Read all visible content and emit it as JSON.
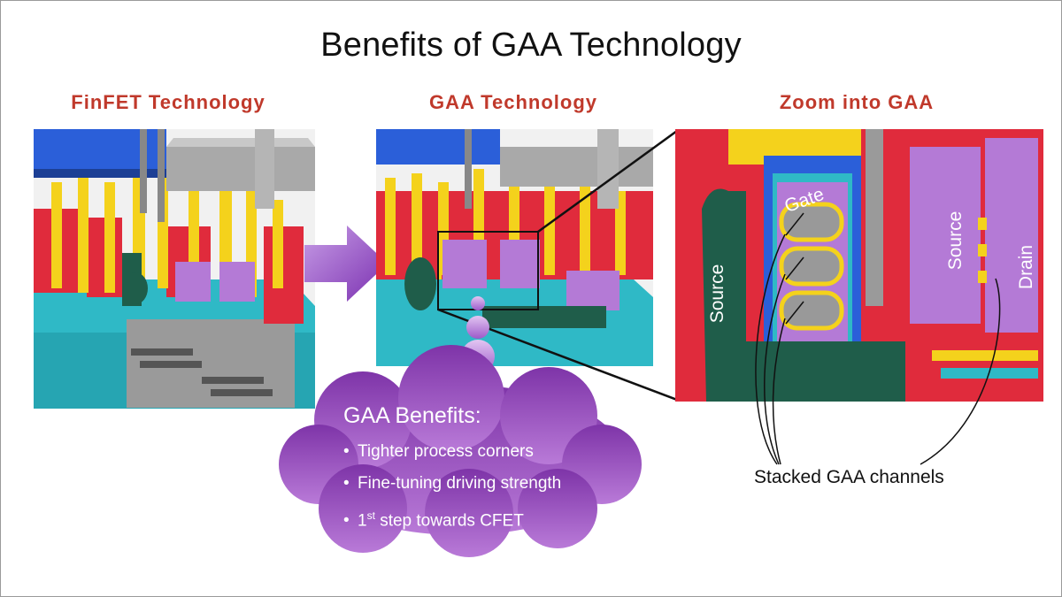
{
  "slide": {
    "title": "Benefits of GAA Technology"
  },
  "panels": {
    "finfet_title": "FinFET Technology",
    "gaa_title": "GAA Technology",
    "zoom_title": "Zoom into GAA"
  },
  "zoom_labels": {
    "gate": "Gate",
    "source_left": "Source",
    "source_right": "Source",
    "drain": "Drain"
  },
  "benefits": {
    "title": "GAA Benefits:",
    "items": [
      {
        "text": "Tighter process corners"
      },
      {
        "text": "Fine-tuning driving strength"
      },
      {
        "prefix": "1",
        "sup": "st",
        "text": " step towards CFET"
      }
    ]
  },
  "caption": "Stacked GAA channels",
  "colors": {
    "accent_title": "#c0392b",
    "cloud": "#8a3fb8",
    "red": "#e02b3c",
    "yellow": "#f4d21c",
    "blue": "#2b5fd9",
    "teal": "#2fb9c6",
    "green": "#1f5d4a",
    "purple": "#b47ad6"
  }
}
